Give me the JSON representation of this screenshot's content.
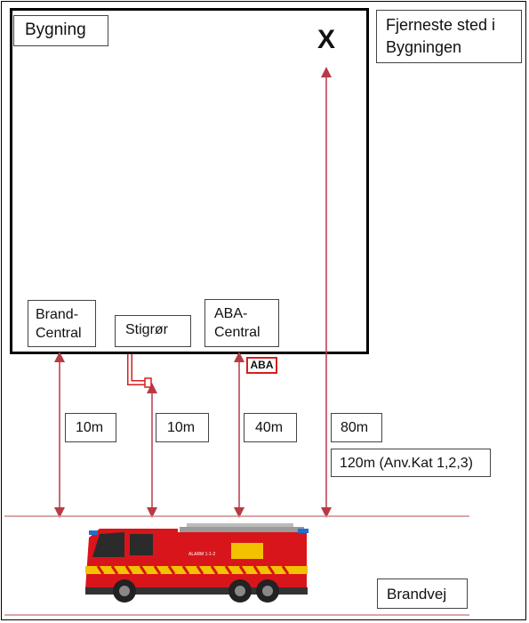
{
  "building_label": "Bygning",
  "farthest_label": "Fjerneste sted i Bygningen",
  "x_mark": "X",
  "brand_central_label": "Brand-Central",
  "stigror_label": "Stigrør",
  "aba_central_label": "ABA-Central",
  "aba_tag": "ABA",
  "distances": {
    "brand_central": "10m",
    "stigror": "10m",
    "aba_central": "40m",
    "farthest": "80m",
    "farthest_category": "120m (Anv.Kat 1,2,3)"
  },
  "road_label": "Brandvej",
  "truck_sign": "ALARM 1-1-2",
  "colors": {
    "arrow": "#b73a45",
    "truck_red": "#d8151b",
    "stripe_yellow": "#f2c200"
  }
}
